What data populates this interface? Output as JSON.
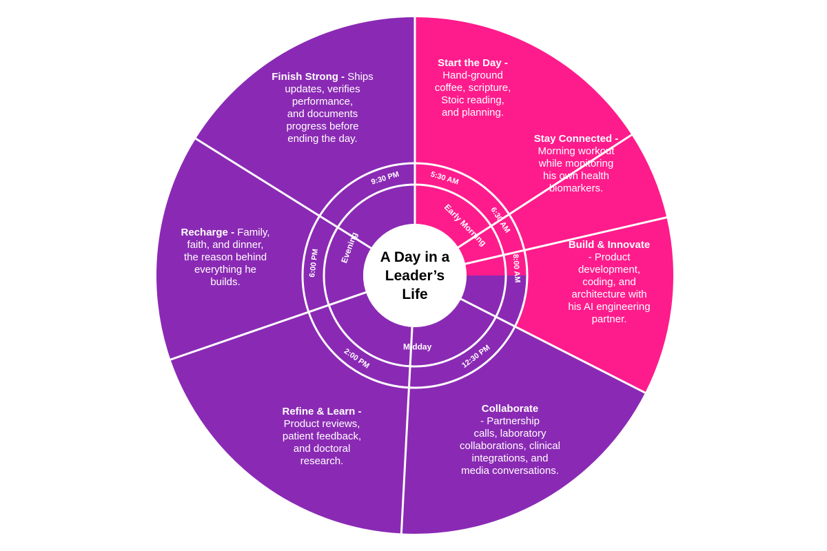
{
  "colors": {
    "purple": "#8a2ab4",
    "pink": "#fe1c8c",
    "divider": "#ffffff",
    "center_fill": "#ffffff",
    "center_text": "#000000"
  },
  "center": {
    "lines": [
      "A Day in a",
      "Leader’s",
      "Life"
    ]
  },
  "segments": [
    {
      "id": "start-the-day",
      "color": "pink",
      "lines": [
        [
          {
            "t": "Start the Day -",
            "b": true
          }
        ],
        [
          {
            "t": "Hand-ground",
            "b": false
          }
        ],
        [
          {
            "t": "coffee, scripture,",
            "b": false
          }
        ],
        [
          {
            "t": "Stoic reading,",
            "b": false
          }
        ],
        [
          {
            "t": "and planning.",
            "b": false
          }
        ]
      ]
    },
    {
      "id": "stay-connected",
      "color": "pink",
      "lines": [
        [
          {
            "t": "Stay Connected -",
            "b": true
          }
        ],
        [
          {
            "t": "Morning workout",
            "b": false
          }
        ],
        [
          {
            "t": "while monitoring",
            "b": false
          }
        ],
        [
          {
            "t": "his own health",
            "b": false
          }
        ],
        [
          {
            "t": "biomarkers.",
            "b": false
          }
        ]
      ]
    },
    {
      "id": "build-innovate",
      "color": "pink",
      "lines": [
        [
          {
            "t": "Build & Innovate",
            "b": true
          }
        ],
        [
          {
            "t": "- Product",
            "b": false
          }
        ],
        [
          {
            "t": "development,",
            "b": false
          }
        ],
        [
          {
            "t": "coding, and",
            "b": false
          }
        ],
        [
          {
            "t": "architecture with",
            "b": false
          }
        ],
        [
          {
            "t": "his AI engineering",
            "b": false
          }
        ],
        [
          {
            "t": "partner.",
            "b": false
          }
        ]
      ]
    },
    {
      "id": "collaborate",
      "color": "purple",
      "lines": [
        [
          {
            "t": "Collaborate",
            "b": true
          }
        ],
        [
          {
            "t": "- Partnership",
            "b": false
          }
        ],
        [
          {
            "t": "calls, laboratory",
            "b": false
          }
        ],
        [
          {
            "t": "collaborations, clinical",
            "b": false
          }
        ],
        [
          {
            "t": "integrations, and",
            "b": false
          }
        ],
        [
          {
            "t": "media conversations.",
            "b": false
          }
        ]
      ]
    },
    {
      "id": "refine-learn",
      "color": "purple",
      "lines": [
        [
          {
            "t": "Refine & Learn -",
            "b": true
          }
        ],
        [
          {
            "t": "Product reviews,",
            "b": false
          }
        ],
        [
          {
            "t": "patient feedback,",
            "b": false
          }
        ],
        [
          {
            "t": "and doctoral",
            "b": false
          }
        ],
        [
          {
            "t": "research.",
            "b": false
          }
        ]
      ]
    },
    {
      "id": "recharge",
      "color": "purple",
      "lines": [
        [
          {
            "t": "Recharge - ",
            "b": true
          },
          {
            "t": "Family,",
            "b": false
          }
        ],
        [
          {
            "t": "faith, and dinner,",
            "b": false
          }
        ],
        [
          {
            "t": "the reason behind",
            "b": false
          }
        ],
        [
          {
            "t": "everything he",
            "b": false
          }
        ],
        [
          {
            "t": "builds.",
            "b": false
          }
        ]
      ]
    },
    {
      "id": "finish-strong",
      "color": "purple",
      "lines": [
        [
          {
            "t": "Finish Strong - ",
            "b": true
          },
          {
            "t": "Ships",
            "b": false
          }
        ],
        [
          {
            "t": "updates, verifies",
            "b": false
          }
        ],
        [
          {
            "t": "performance,",
            "b": false
          }
        ],
        [
          {
            "t": "and documents",
            "b": false
          }
        ],
        [
          {
            "t": "progress before",
            "b": false
          }
        ],
        [
          {
            "t": "ending the day.",
            "b": false
          }
        ]
      ]
    }
  ],
  "times": [
    "5:30 AM",
    "6:30 AM",
    "8:00 AM",
    "12:30 PM",
    "2:00 PM",
    "6:00 PM",
    "9:30 PM"
  ],
  "phases": [
    "Early Morning",
    "Midday",
    "Evening"
  ]
}
